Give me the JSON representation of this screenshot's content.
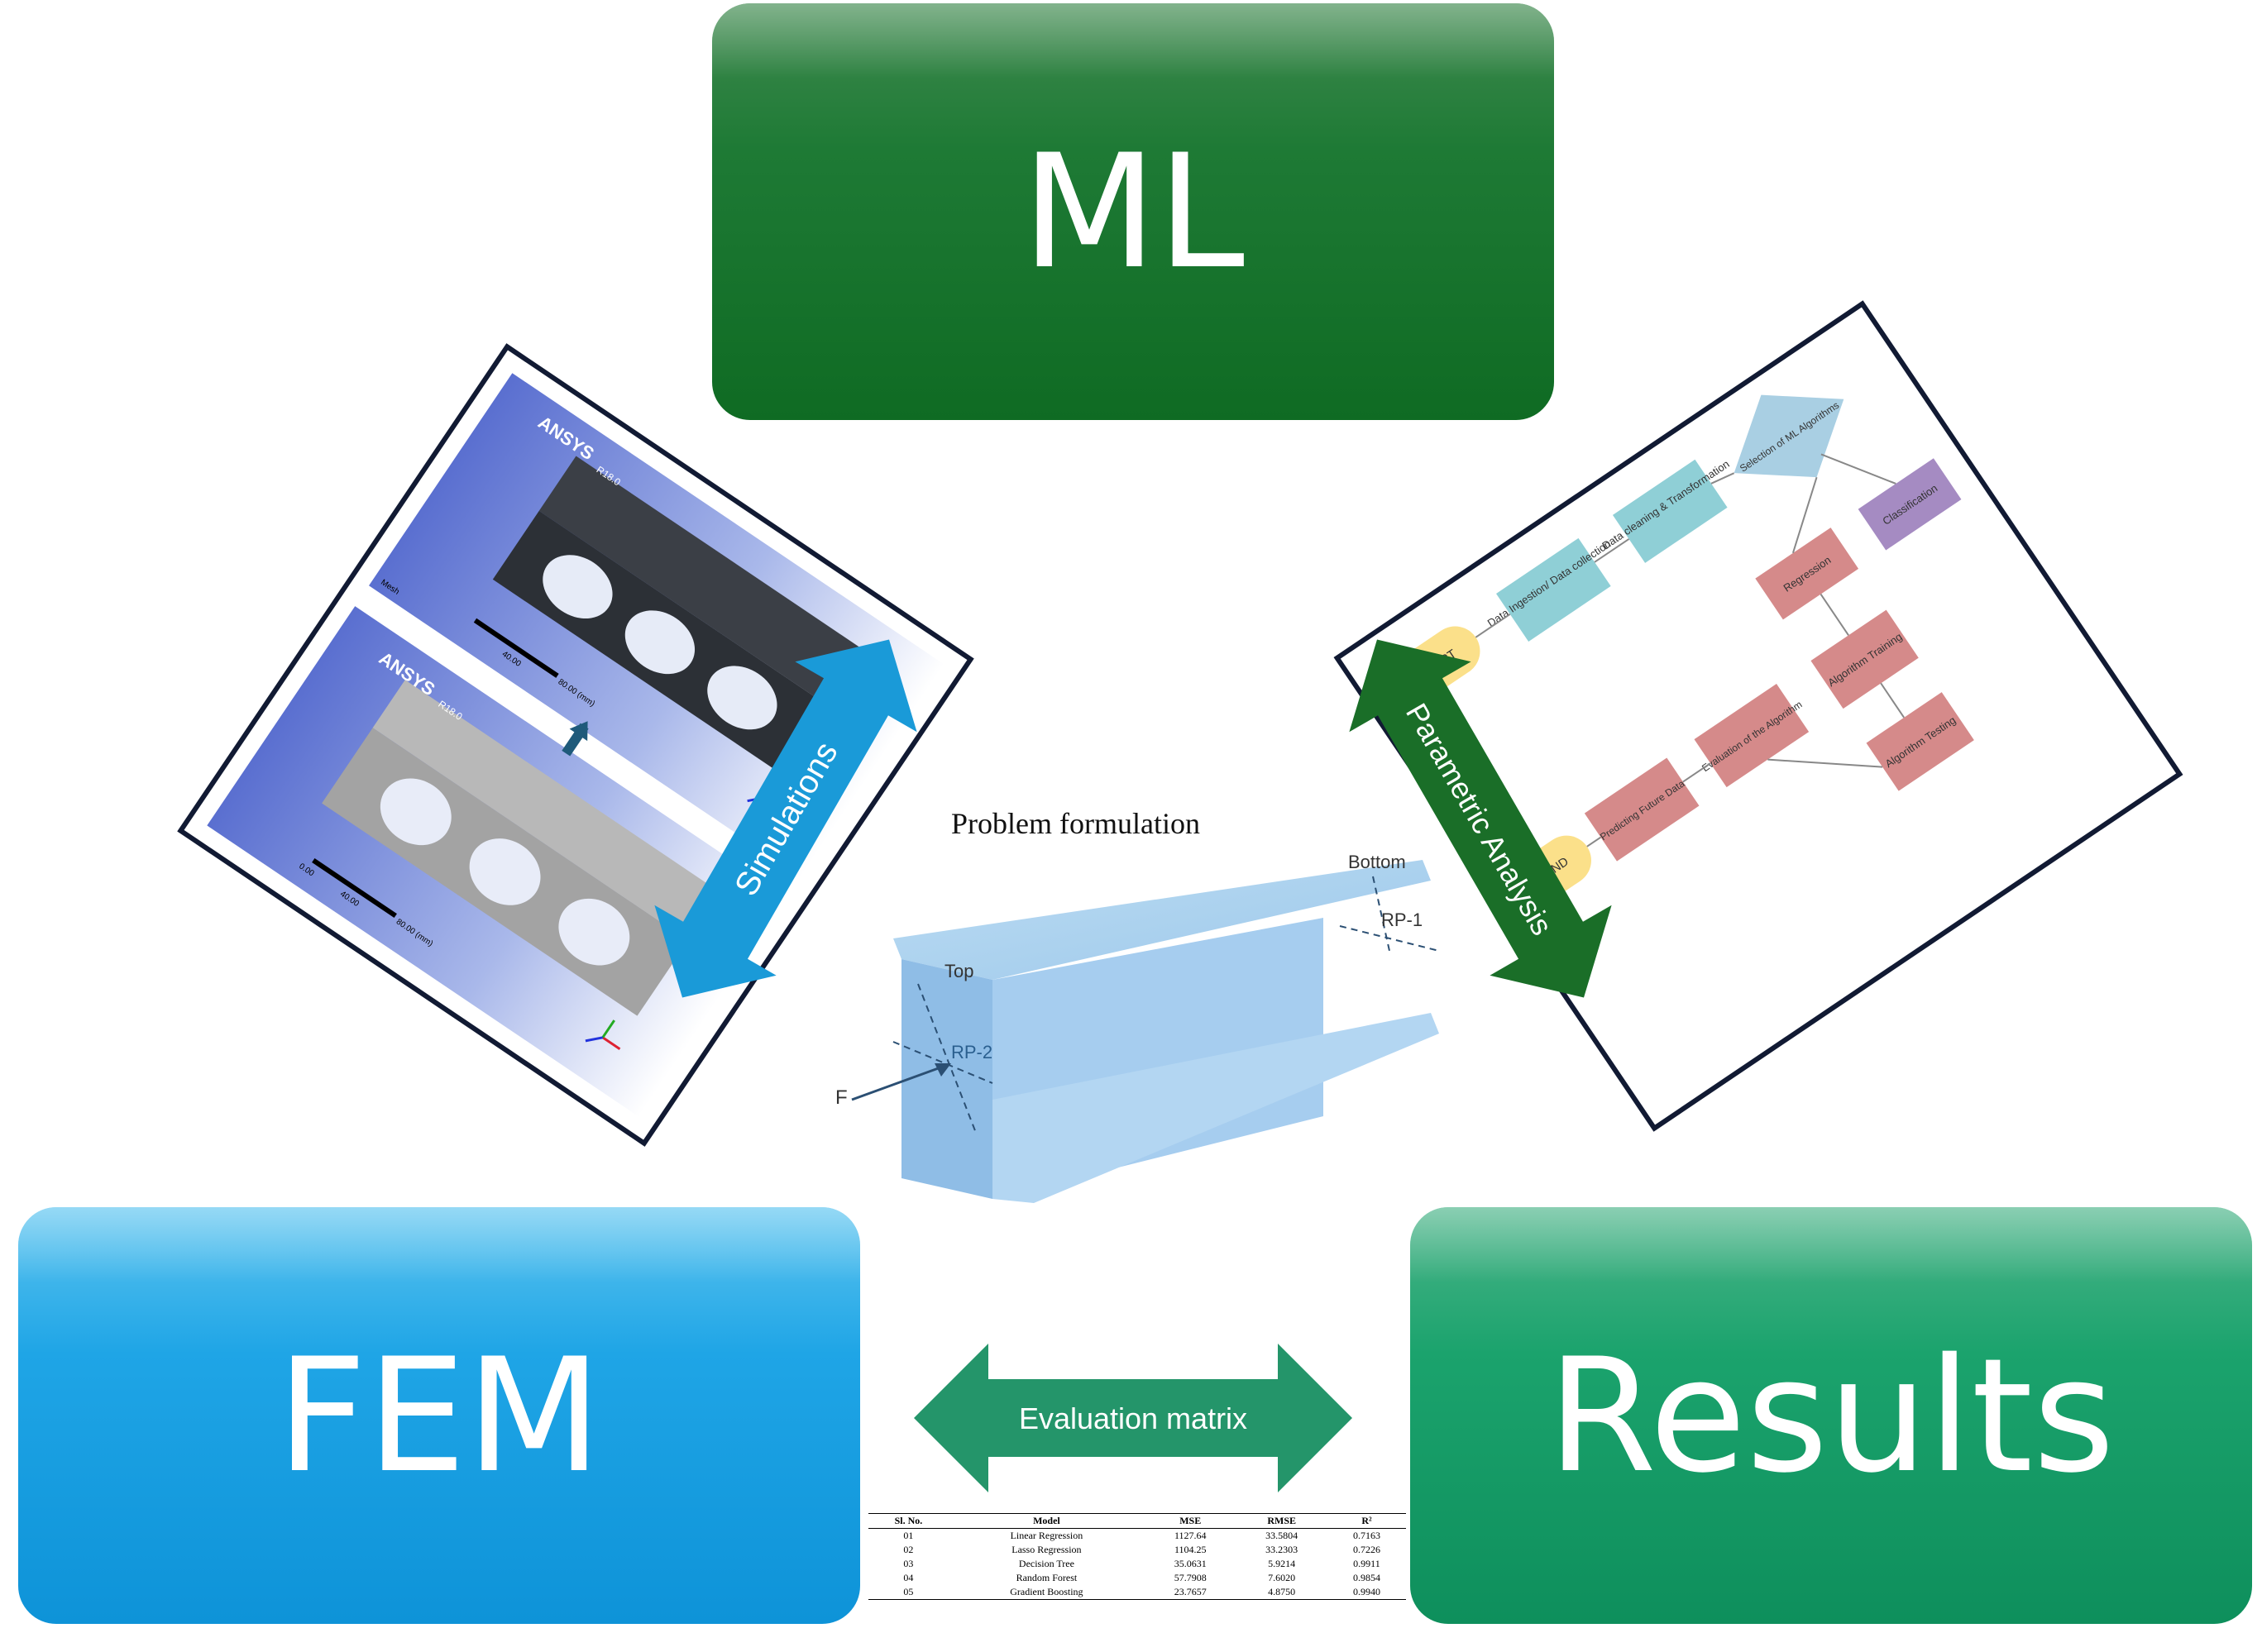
{
  "boxes": {
    "ml": "ML",
    "fem": "FEM",
    "results": "Results"
  },
  "arrows": {
    "simulations": "Simulations",
    "parametric": "Parametric Analysis",
    "evaluation": "Evaluation matrix"
  },
  "problem": {
    "title": "Problem formulation",
    "labels": {
      "top": "Top",
      "bottom": "Bottom",
      "rp1": "RP-1",
      "rp2": "RP-2",
      "force": "F"
    }
  },
  "simulations_panel": {
    "brand": "ANSYS",
    "version": "R18.0",
    "scale_unit": "80.00 (mm)",
    "scale_left": "0.00",
    "scale_mid": "40.00",
    "mesh_label": "Mesh"
  },
  "flowchart": {
    "start": "START",
    "ingest": "Data Ingestion/ Data collection",
    "cleaning": "Data cleaning & Transformation",
    "selection": "Selection of ML Algorithms",
    "classification": "Classification",
    "regression": "Regression",
    "training": "Algorithm Training",
    "testing": "Algorithm Testing",
    "evaluation": "Evaluation of the Algorithm",
    "predicting": "Predicting Future Data",
    "end": "END"
  },
  "table": {
    "headers": [
      "Sl. No.",
      "Model",
      "MSE",
      "RMSE",
      "R²"
    ],
    "rows": [
      [
        "01",
        "Linear Regression",
        "1127.64",
        "33.5804",
        "0.7163"
      ],
      [
        "02",
        "Lasso Regression",
        "1104.25",
        "33.2303",
        "0.7226"
      ],
      [
        "03",
        "Decision Tree",
        "35.0631",
        "5.9214",
        "0.9911"
      ],
      [
        "04",
        "Random Forest",
        "57.7908",
        "7.6020",
        "0.9854"
      ],
      [
        "05",
        "Gradient Boosting",
        "23.7657",
        "4.8750",
        "0.9940"
      ]
    ]
  },
  "colors": {
    "ml_green": "#1e7a35",
    "fem_blue": "#1fa5e6",
    "results_teal": "#1ba36d",
    "arrow_blue": "#1a9ad8",
    "arrow_green": "#1a6e28",
    "arrow_teal": "#24956a",
    "flow_cyan": "#8fcfd6",
    "flow_red": "#d58a8a",
    "flow_purple": "#a58bc2",
    "flow_yellow": "#fbe08a"
  }
}
